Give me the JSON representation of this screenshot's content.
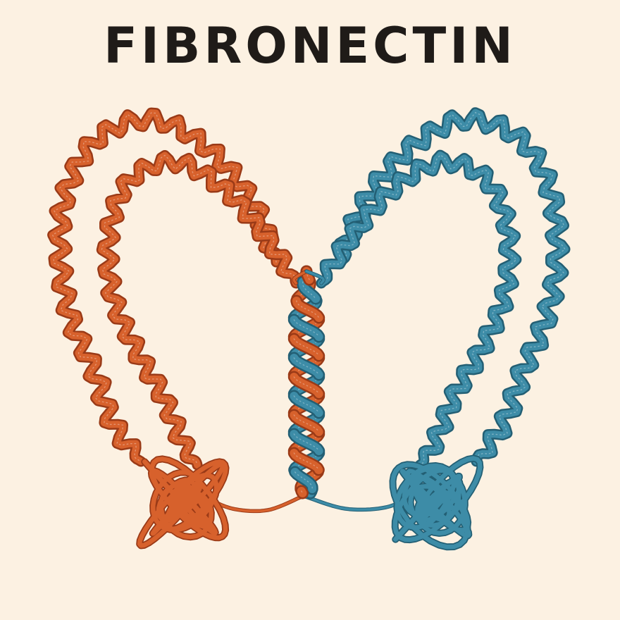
{
  "title": "FIBRONECTIN",
  "colors": {
    "background": "#fcf1e2",
    "title": "#1f1b18",
    "chain_a": "#d7612c",
    "chain_a_shadow": "#9a3a17",
    "chain_b": "#3d8ca7",
    "chain_b_shadow": "#235f74"
  },
  "chains": [
    {
      "id": "chain-a",
      "color_key": "chain_a"
    },
    {
      "id": "chain-b",
      "color_key": "chain_b"
    }
  ]
}
